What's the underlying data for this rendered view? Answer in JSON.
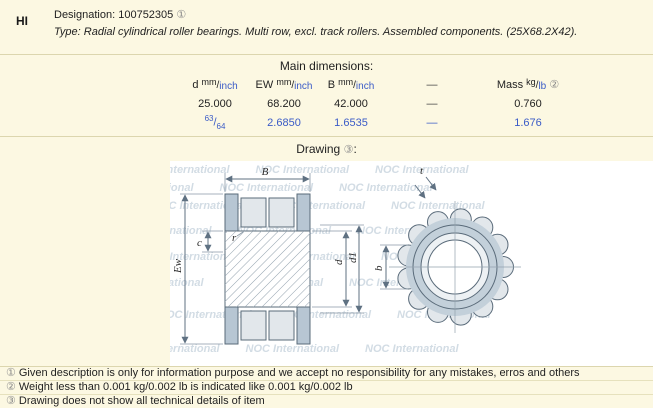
{
  "colors": {
    "page_background": "#fcf8e2",
    "accent_blue": "#3a5bc7",
    "watermark_color": "#cbd6e0",
    "drawing_steel": "#b7c6d3"
  },
  "header": {
    "brand": "HI",
    "designation_label": "Designation:",
    "designation_value": "100752305",
    "designation_note": "①",
    "type_label": "Type:",
    "type_text": "Radial cylindrical roller bearings. Multi row, excl. track rollers. Assembled components. (25X68.2X42)."
  },
  "dimensions": {
    "title": "Main dimensions:",
    "columns": [
      {
        "label": "d",
        "unit_top": "mm",
        "sep": "/",
        "unit_bottom": "inch"
      },
      {
        "label": "EW",
        "unit_top": "mm",
        "sep": "/",
        "unit_bottom": "inch"
      },
      {
        "label": "B",
        "unit_top": "mm",
        "sep": "/",
        "unit_bottom": "inch"
      },
      {
        "label": "—"
      },
      {
        "label": "Mass",
        "unit_top": "kg",
        "sep": "/",
        "unit_bottom": "lb",
        "note": "②"
      }
    ],
    "metric_row": [
      "25.000",
      "68.200",
      "42.000",
      "—",
      "0.760"
    ],
    "inch_row": {
      "d_numerator": "63",
      "d_sep": "/",
      "d_denominator": "64",
      "ew": "2.6850",
      "b": "1.6535",
      "dash": "—",
      "mass": "1.676"
    }
  },
  "drawing": {
    "title": "Drawing",
    "note": "③",
    "colon": ":",
    "watermark": "NOC International",
    "labels": {
      "width_b": "B",
      "t": "t",
      "r": "r",
      "c": "c",
      "ew": "Ew",
      "d": "d",
      "d1": "d1",
      "b_side": "b"
    }
  },
  "notes": [
    {
      "symbol": "①",
      "text": "Given description is only for information purpose and we accept no responsibility for any mistakes, erros and others"
    },
    {
      "symbol": "②",
      "text": "Weight less than 0.001 kg/0.002 lb is indicated like 0.001 kg/0.002 lb"
    },
    {
      "symbol": "③",
      "text": "Drawing does not show all technical details of item"
    }
  ]
}
